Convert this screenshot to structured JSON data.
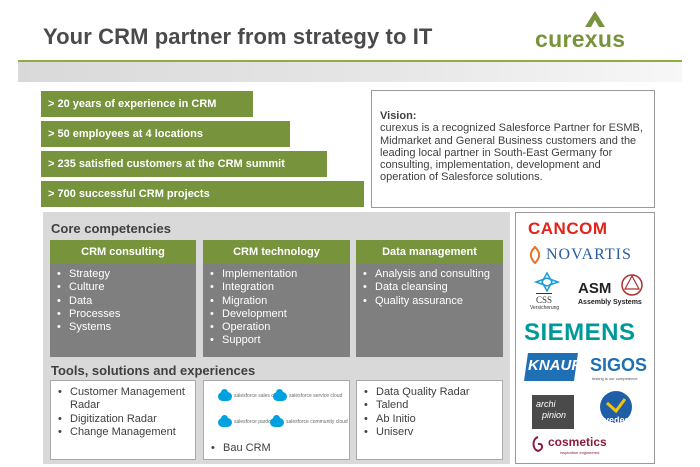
{
  "header": {
    "title": "Your CRM partner from strategy to IT",
    "logo_text": "curexus"
  },
  "highlights": [
    "> 20 years of experience in CRM",
    "> 50 employees at 4 locations",
    "> 235 satisfied customers at the CRM summit",
    "> 700 successful CRM projects"
  ],
  "vision": {
    "title": "Vision:",
    "text": "curexus is a recognized Salesforce Partner for ESMB, Midmarket and General Business customers and the leading local partner in South-East Germany for consulting, implementation, development and operation of Salesforce solutions."
  },
  "core": {
    "heading": "Core competencies",
    "columns": [
      {
        "title": "CRM consulting",
        "items": [
          "Strategy",
          "Culture",
          "Data",
          "Processes",
          "Systems"
        ]
      },
      {
        "title": "CRM technology",
        "items": [
          "Implementation",
          "Integration",
          "Migration",
          "Development",
          "Operation",
          "Support"
        ]
      },
      {
        "title": "Data management",
        "items": [
          "Analysis and consulting",
          "Data cleansing",
          "Quality assurance"
        ]
      }
    ]
  },
  "tools": {
    "heading": "Tools, solutions and experiences",
    "col1": [
      "Customer Management Radar",
      "Digitization Radar",
      "Change Management"
    ],
    "salesforce_products": [
      {
        "brand": "salesforce",
        "product": "sales cloud"
      },
      {
        "brand": "salesforce",
        "product": "service cloud"
      },
      {
        "brand": "salesforce",
        "product": "pardot"
      },
      {
        "brand": "salesforce",
        "product": "community cloud"
      }
    ],
    "col2_extra": "Bau CRM",
    "col3": [
      "Data Quality Radar",
      "Talend",
      "Ab Initio",
      "Uniserv"
    ]
  },
  "customers": {
    "cancom": "CANCOM",
    "novartis": "NOVARTIS",
    "css_name": "CSS",
    "css_sub": "Versicherung",
    "asm_name": "ASM",
    "asm_sub": "Assembly Systems",
    "siemens": "SIEMENS",
    "knauf": "KNAUF",
    "sigos": "SIGOS",
    "sigos_sub": "testing is our competence",
    "archi": "archi",
    "pinion": "pinion",
    "vedes": "vedes",
    "cosmetics": "cosmetics",
    "cosmetics_sub": "inspiration engineered"
  },
  "colors": {
    "accent_green": "#77933c",
    "panel_grey": "#d9d9d9",
    "body_grey": "#7f7f7f"
  }
}
